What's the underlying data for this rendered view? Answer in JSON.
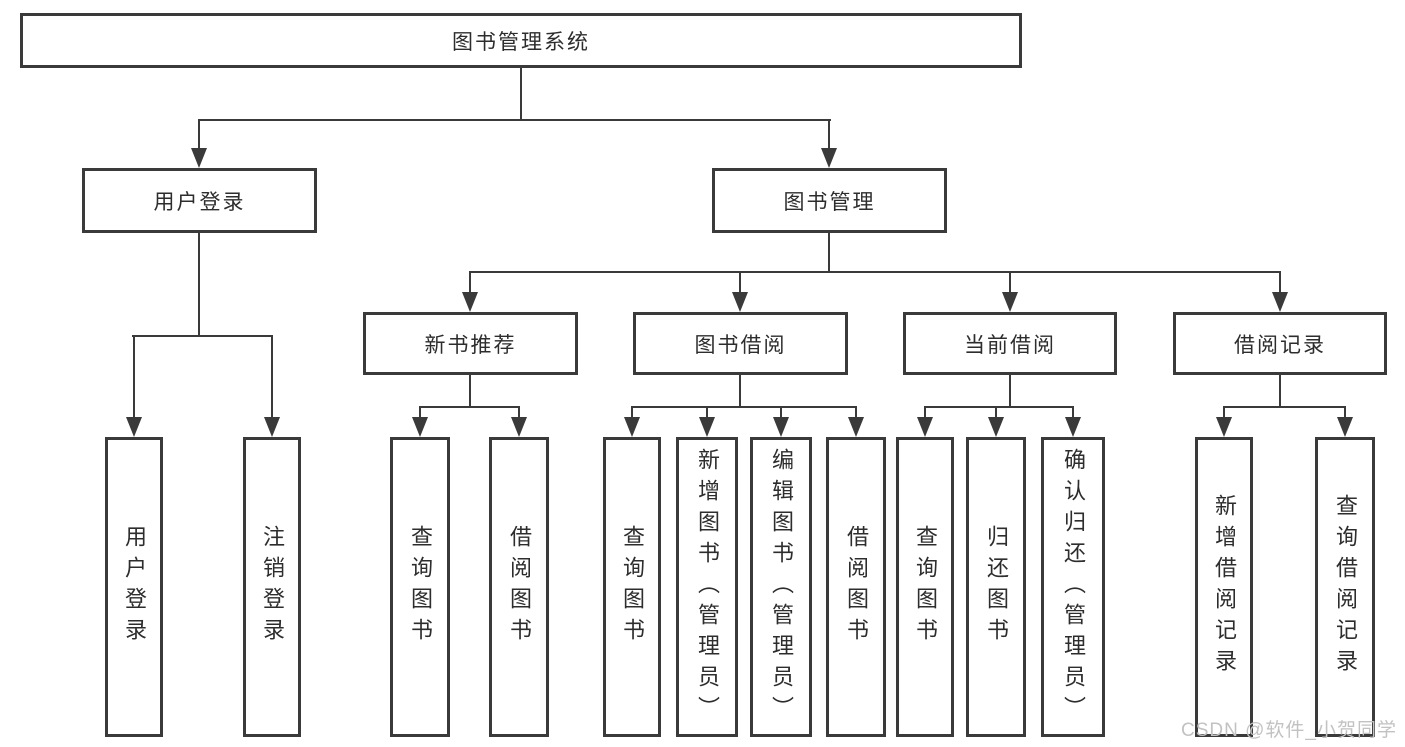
{
  "tree": {
    "label": "图书管理系统",
    "children": [
      {
        "label": "用户登录",
        "children": [
          {
            "label": "用户登录"
          },
          {
            "label": "注销登录"
          }
        ]
      },
      {
        "label": "图书管理",
        "children": [
          {
            "label": "新书推荐",
            "children": [
              {
                "label": "查询图书"
              },
              {
                "label": "借阅图书"
              }
            ]
          },
          {
            "label": "图书借阅",
            "children": [
              {
                "label": "查询图书"
              },
              {
                "label": "新增图书（管理员）"
              },
              {
                "label": "编辑图书（管理员）"
              },
              {
                "label": "借阅图书"
              }
            ]
          },
          {
            "label": "当前借阅",
            "children": [
              {
                "label": "查询图书"
              },
              {
                "label": "归还图书"
              },
              {
                "label": "确认归还（管理员）"
              }
            ]
          },
          {
            "label": "借阅记录",
            "children": [
              {
                "label": "新增借阅记录"
              },
              {
                "label": "查询借阅记录"
              }
            ]
          }
        ]
      }
    ]
  },
  "watermark": {
    "text": "CSDN @软件_小贺同学"
  },
  "colors": {
    "line": "#3a3a3a",
    "box_border": "#3a3a3a",
    "text": "#2d2d2d",
    "watermark": "#c2c2c2",
    "background": "#ffffff"
  }
}
